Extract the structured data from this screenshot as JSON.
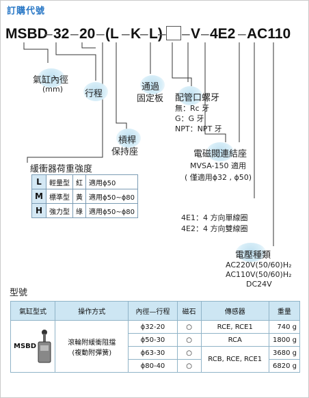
{
  "header": {
    "title": "訂購代號"
  },
  "code": {
    "p1": "MSBD",
    "d1": "–",
    "p2": "32",
    "d2": "–",
    "p3": "20",
    "d3": "–",
    "p4": "(L",
    "d4": "–",
    "p5": "K",
    "d5": "–",
    "p6": "L)",
    "d6": "–",
    "d7": "–",
    "p7": "V",
    "d8": "–",
    "p8": "4E2",
    "d9": "–",
    "p9": "AC110"
  },
  "labels": {
    "bore": "氣缸內徑",
    "bore_unit": "(mm)",
    "stroke": "行程",
    "plate_1": "通過",
    "plate_2": "固定板",
    "port": "配管口螺牙",
    "port_rc": "無：Rc 牙",
    "port_g": "G：G 牙",
    "port_npt": "NPT：NPT 牙",
    "rod_1": "槓桿",
    "rod_2": "保持座",
    "valve_1": "電磁閥連結座",
    "valve_2": "MVSA-150  適用",
    "valve_3": "( 僅適用ϕ32 , ϕ50)",
    "cushion_title": "緩衝器荷重強度",
    "sensor_1": "4E1：4 方向單線圈",
    "sensor_2": "4E2：4 方向雙線圈",
    "voltage_title": "電壓種類",
    "volt_1": "AC220V(50/60)H₂",
    "volt_2": "AC110V(50/60)H₂",
    "volt_3": "DC24V",
    "model": "型號"
  },
  "cushion": [
    {
      "key": "L",
      "type": "輕量型",
      "color": "紅",
      "use": "適用ϕ50"
    },
    {
      "key": "M",
      "type": "標準型",
      "color": "黃",
      "use": "適用ϕ50~ϕ80"
    },
    {
      "key": "H",
      "type": "強力型",
      "color": "綠",
      "use": "適用ϕ50~ϕ80"
    }
  ],
  "spec": {
    "headers": [
      "氣缸型式",
      "操作方式",
      "內徑—行程",
      "磁石",
      "傳感器",
      "重量"
    ],
    "model": "MSBD",
    "operation_1": "滾輪附緩衝阻擋",
    "operation_2": "(複動附彈簧)",
    "rows": [
      {
        "bore": "ϕ32-20",
        "magnet": "○",
        "sensor": "RCE, RCE1",
        "weight": "740 g"
      },
      {
        "bore": "ϕ50-30",
        "magnet": "○",
        "sensor": "RCA",
        "weight": "1800 g"
      },
      {
        "bore": "ϕ63-30",
        "magnet": "○",
        "sensor": "RCB, RCE, RCE1",
        "weight": "3680 g"
      },
      {
        "bore": "ϕ80-40",
        "magnet": "○",
        "sensor": "",
        "weight": "6820 g"
      }
    ]
  },
  "colors": {
    "accent": "#2a78c6",
    "table_head": "#cde6f3",
    "bubble": "#bfe0f0"
  }
}
